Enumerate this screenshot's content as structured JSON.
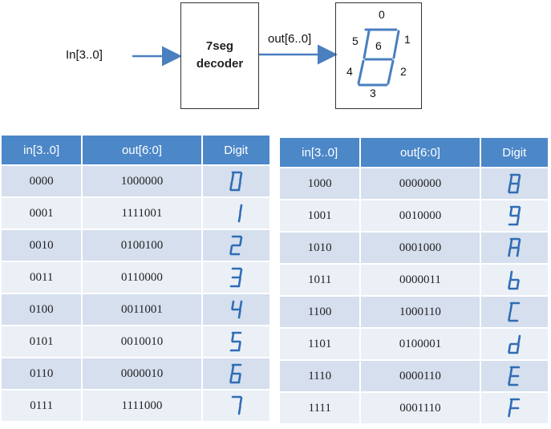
{
  "diagram": {
    "input_label": "In[3..0]",
    "decoder_line1": "7seg",
    "decoder_line2": "decoder",
    "output_label": "out[6..0]",
    "segment_labels": [
      "0",
      "1",
      "2",
      "3",
      "4",
      "5",
      "6"
    ]
  },
  "colors": {
    "header": "#4c87c8",
    "row_dark": "#d5dfee",
    "row_light": "#ebf0f7",
    "digit_glyph": "#2f6db5",
    "arrow": "#4a7fc0"
  },
  "left_table": {
    "headers": [
      "in[3..0]",
      "out[6:0]",
      "Digit"
    ],
    "rows": [
      {
        "in": "0000",
        "out": "1000000",
        "digit": "0"
      },
      {
        "in": "0001",
        "out": "1111001",
        "digit": "1"
      },
      {
        "in": "0010",
        "out": "0100100",
        "digit": "2"
      },
      {
        "in": "0011",
        "out": "0110000",
        "digit": "3"
      },
      {
        "in": "0100",
        "out": "0011001",
        "digit": "4"
      },
      {
        "in": "0101",
        "out": "0010010",
        "digit": "5"
      },
      {
        "in": "0110",
        "out": "0000010",
        "digit": "6"
      },
      {
        "in": "0111",
        "out": "1111000",
        "digit": "7"
      }
    ]
  },
  "right_table": {
    "headers": [
      "in[3..0]",
      "out[6:0]",
      "Digit"
    ],
    "rows": [
      {
        "in": "1000",
        "out": "0000000",
        "digit": "8"
      },
      {
        "in": "1001",
        "out": "0010000",
        "digit": "9"
      },
      {
        "in": "1010",
        "out": "0001000",
        "digit": "A"
      },
      {
        "in": "1011",
        "out": "0000011",
        "digit": "b"
      },
      {
        "in": "1100",
        "out": "1000110",
        "digit": "C"
      },
      {
        "in": "1101",
        "out": "0100001",
        "digit": "d"
      },
      {
        "in": "1110",
        "out": "0000110",
        "digit": "E"
      },
      {
        "in": "1111",
        "out": "0001110",
        "digit": "F"
      }
    ]
  }
}
